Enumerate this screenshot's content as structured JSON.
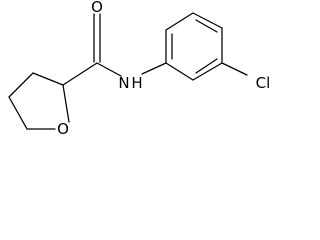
{
  "molecule": {
    "atoms": {
      "oxygen_carbonyl": "O",
      "nitrogen_amide": "N",
      "amide_hydrogen": "H",
      "oxygen_ring": "O",
      "chlorine": "Cl"
    }
  },
  "colors": {
    "bond": "#000000",
    "label": "#000000",
    "background": "#ffffff"
  }
}
